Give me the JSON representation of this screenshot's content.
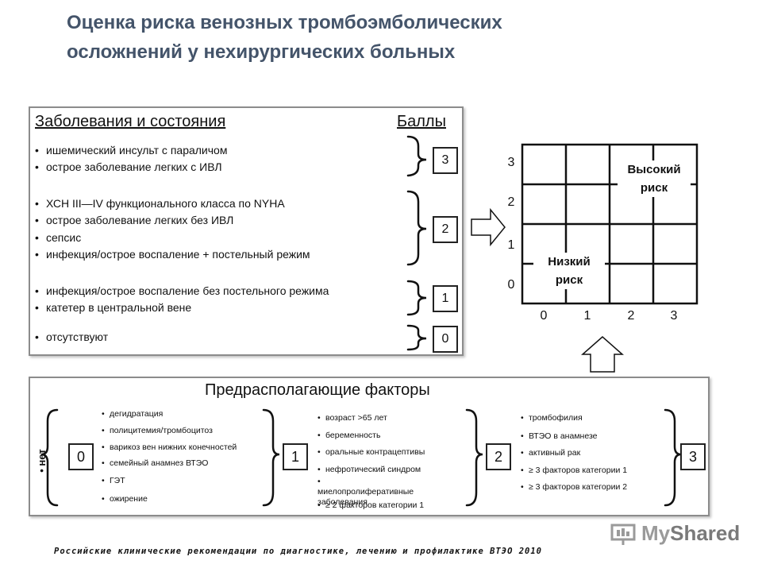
{
  "title": {
    "line1": "Оценка риска венозных тромбоэмболических",
    "line2": "осложнений у нехирургических больных"
  },
  "conditions": {
    "header": "Заболевания и состояния",
    "score_header": "Баллы",
    "groups": [
      {
        "score": "3",
        "items": [
          "ишемический инсульт с параличом",
          "острое заболевание легких с ИВЛ"
        ]
      },
      {
        "score": "2",
        "items": [
          "ХСН III—IV функционального класса по NYHA",
          "острое заболевание легких без ИВЛ",
          "сепсис",
          "инфекция/острое воспаление + постельный режим"
        ]
      },
      {
        "score": "1",
        "items": [
          "инфекция/острое воспаление без постельного режима",
          "катетер в центральной вене"
        ]
      },
      {
        "score": "0",
        "items": [
          "отсутствуют"
        ]
      }
    ]
  },
  "grid": {
    "y_ticks": [
      "3",
      "2",
      "1",
      "0"
    ],
    "x_ticks": [
      "0",
      "1",
      "2",
      "3"
    ],
    "high_risk": "Высокий риск",
    "high_risk_l1": "Высокий",
    "high_risk_l2": "риск",
    "low_risk": "Низкий риск",
    "low_risk_l1": "Низкий",
    "low_risk_l2": "риск"
  },
  "factors": {
    "header": "Предрасполагающие факторы",
    "none_label": "нет",
    "groups": [
      {
        "score": "0",
        "items": [
          "дегидратация",
          "полицитемия/тромбоцитоз",
          "варикоз вен нижних конечностей",
          "семейный анамнез ВТЭО",
          "ГЭТ",
          "ожирение"
        ]
      },
      {
        "score": "1",
        "items": [
          "возраст >65 лет",
          "беременность",
          "оральные контрацептивы",
          "нефротический синдром",
          "миелопролиферативные заболевания",
          "≥ 2 факторов категории 1"
        ]
      },
      {
        "score": "2",
        "items": [
          "тромбофилия",
          "ВТЭО в анамнезе",
          "активный рак",
          "≥ 3 факторов категории 1",
          "≥ 3 факторов категории 2"
        ]
      },
      {
        "score": "3",
        "items": []
      }
    ]
  },
  "footer": "Российские клинические рекомендации по диагностике, лечению и профилактике ВТЭО 2010",
  "brand": {
    "part1": "My",
    "part2": "Shared"
  },
  "colors": {
    "title": "#44546a",
    "border": "#8c8c8c"
  }
}
